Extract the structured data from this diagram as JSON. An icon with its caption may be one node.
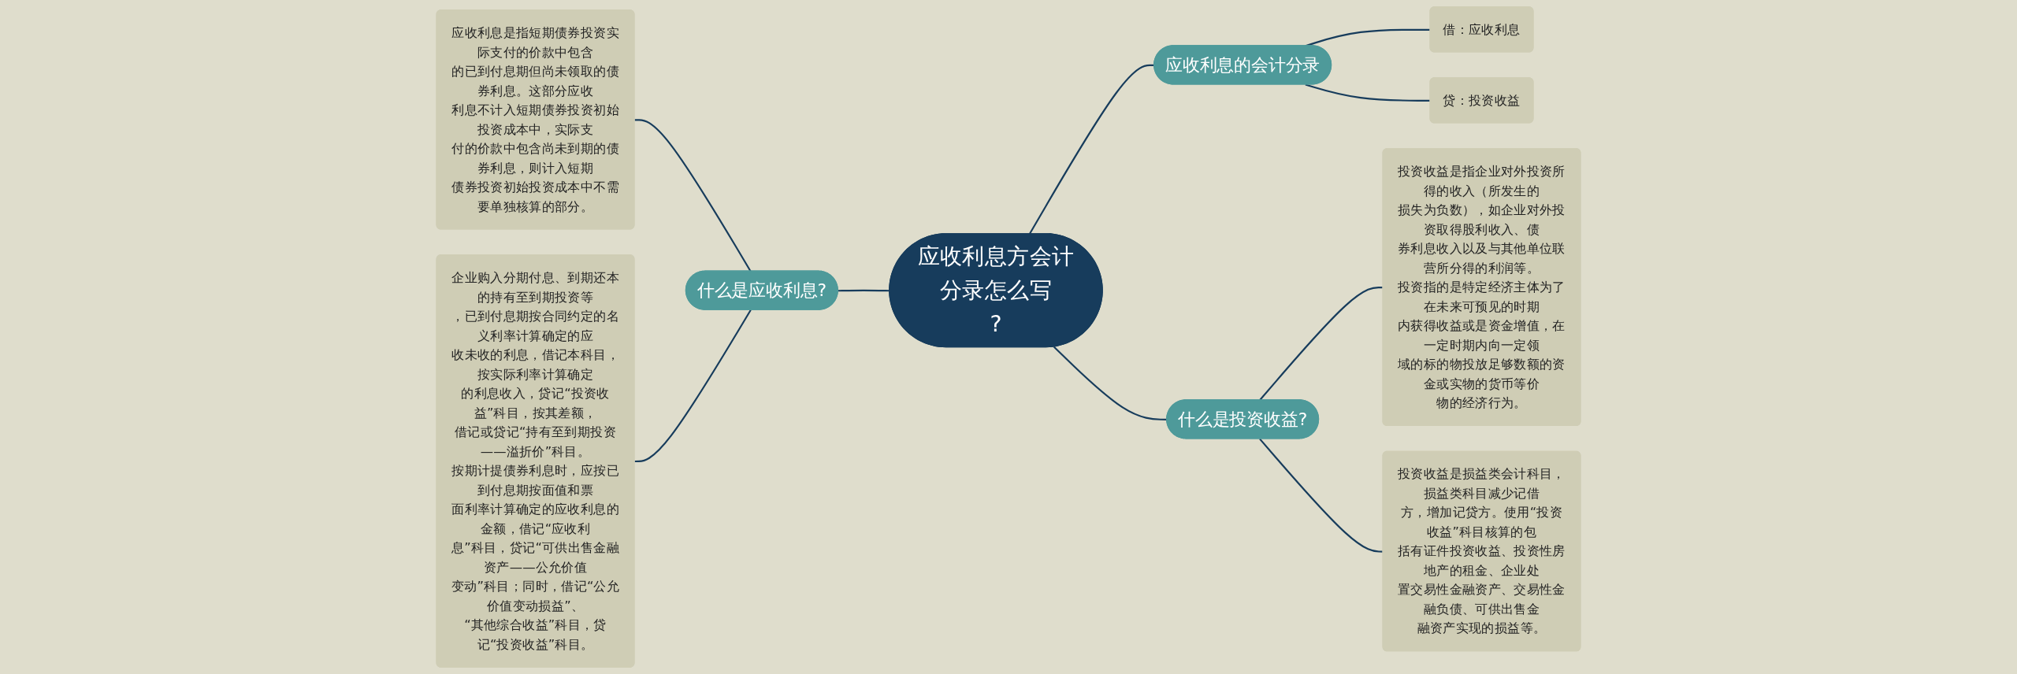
{
  "diagram": {
    "nodes": [
      {
        "text": [
          "应收利息方会计分录怎么写?"
        ]
      },
      {
        "text": [
          "应收利息的会计分录"
        ]
      },
      {
        "text": [
          "借：应收利息"
        ]
      },
      {
        "text": [
          "贷：投资收益"
        ]
      },
      {
        "text": [
          "什么是投资收益?"
        ]
      },
      {
        "text": [
          "投资收益是指企业对外投资所得的收入（所发生的损失为负数），如企业对外投资取得股利收入、债券利息收入以及与其他单位联营所分得的利润等。投资指的是特定经济主体为了在未来可预见的时期内获得收益或是资金增值，在一定时期内向一定领域的标的物投放足够数额的资金或实物的货币等价物的经济行为。"
        ]
      },
      {
        "text": [
          "投资收益是损益类会计科目，损益类科目减少记借方，增加记贷方。使用“投资收益”科目核算的包括有证件投资收益、投资性房地产的租金、企业处置交易性金融资产、交易性金融负债、可供出售金融资产实现的损益等。"
        ]
      },
      {
        "text": [
          "什么是应收利息?"
        ]
      },
      {
        "text": [
          "应收利息是指短期债券投资实际支付的价款中包含的已到付息期但尚未领取的债券利息。这部分应收利息不计入短期债券投资初始投资成本中，实际支付的价款中包含尚未到期的债券利息，则计入短期债券投资初始投资成本中不需要单独核算的部分。"
        ]
      },
      {
        "text": [
          "企业购入分期付息、到期还本的持有至到期投资等，已到付息期按合同约定的名义利率计算确定的应收未收的利息，借记本科目，按实际利率计算确定的利息收入，贷记“投资收益”科目，按其差额，借记或贷记“持有至到期投资——溢折价”科目。按期计提债券利息时，应按已到付息期按面值和票面利率计算确定的应收利息的金额，借记“应收利息”科目，贷记“可供出售金融资产——公允价值变动”科目；同时，借记“公允价值变动损益”、“其他综合收益”科目，贷记“投资收益”科目。"
        ]
      }
    ],
    "edges": [
      {
        "from": 0,
        "to": 1,
        "arrow": "none"
      },
      {
        "from": 1,
        "to": 2,
        "arrow": "none"
      },
      {
        "from": 1,
        "to": 3,
        "arrow": "none"
      },
      {
        "from": 0,
        "to": 4,
        "arrow": "none"
      },
      {
        "from": 4,
        "to": 5,
        "arrow": "none"
      },
      {
        "from": 4,
        "to": 6,
        "arrow": "none"
      },
      {
        "from": 8,
        "to": 7,
        "arrow": "none"
      },
      {
        "from": 9,
        "to": 7,
        "arrow": "none"
      },
      {
        "from": 7,
        "to": 0,
        "arrow": "none"
      }
    ]
  }
}
